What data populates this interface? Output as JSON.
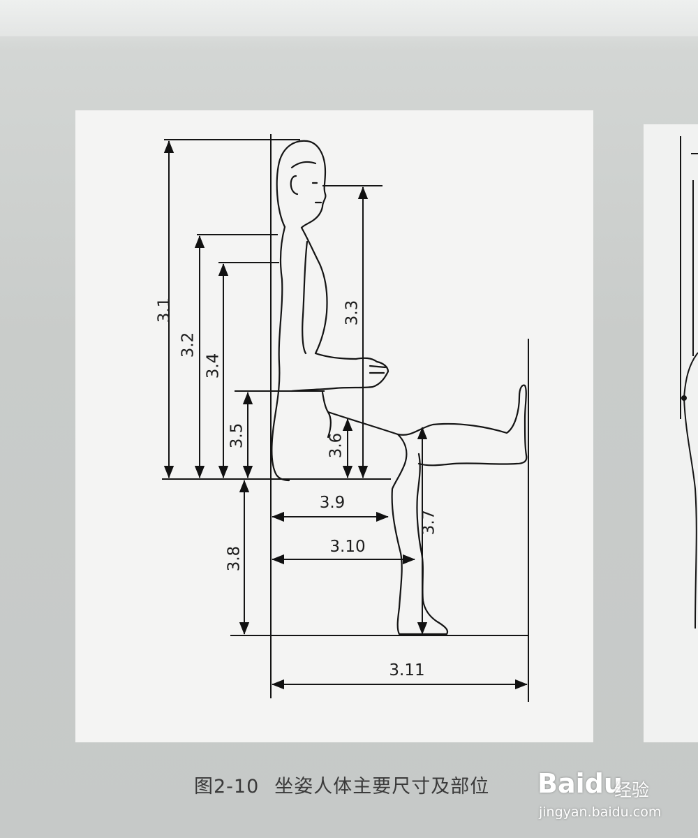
{
  "figure": {
    "caption_number": "图2-10",
    "caption_text": "坐姿人体主要尺寸及部位",
    "dimension_labels": [
      "3.1",
      "3.2",
      "3.3",
      "3.4",
      "3.5",
      "3.6",
      "3.7",
      "3.8",
      "3.9",
      "3.10",
      "3.11"
    ]
  },
  "watermark": {
    "brand": "Baidu",
    "sub": "经验",
    "url": "jingyan.baidu.com"
  }
}
